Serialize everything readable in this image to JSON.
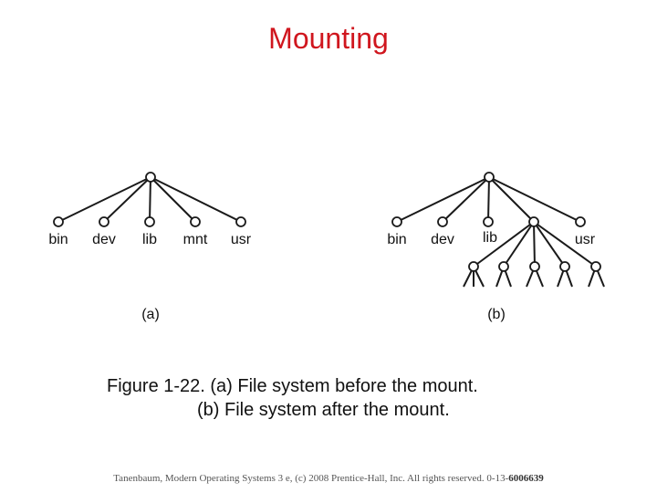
{
  "title": "Mounting",
  "tree_a": {
    "panel_label": "(a)",
    "children": [
      "bin",
      "dev",
      "lib",
      "mnt",
      "usr"
    ]
  },
  "tree_b": {
    "panel_label": "(b)",
    "children": [
      "bin",
      "dev",
      "lib",
      "",
      "usr"
    ],
    "mounted_subtree_children": 5
  },
  "caption": {
    "line1": "Figure 1-22. (a) File system before the mount.",
    "line2": "(b) File system after the mount."
  },
  "footer": {
    "text": "Tanenbaum, Modern Operating Systems 3 e, (c) 2008 Prentice-Hall, Inc. All rights reserved. 0-13-",
    "isbn_tail": "6006639"
  }
}
